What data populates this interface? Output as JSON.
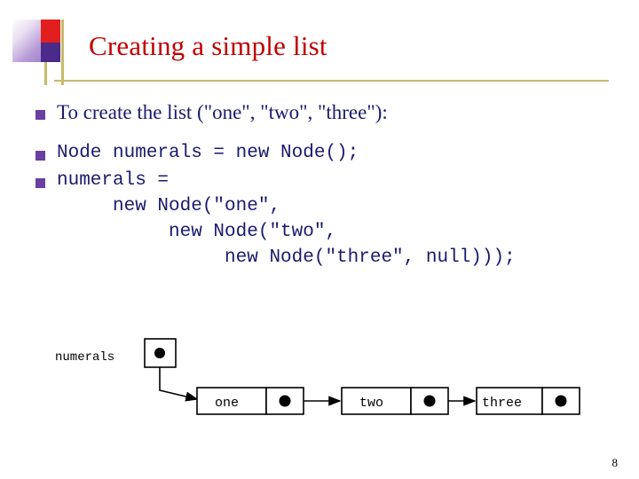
{
  "slide": {
    "title": "Creating a simple list",
    "page_number": "8",
    "bullets": [
      {
        "style": "serif",
        "text": "To create the list (\"one\", \"two\", \"three\"):"
      },
      {
        "style": "mono",
        "text": "Node numerals = new Node();"
      },
      {
        "style": "mono",
        "text": "numerals =\n     new Node(\"one\",\n          new Node(\"two\",\n               new Node(\"three\", null)));"
      }
    ]
  },
  "diagram": {
    "variable_label": "numerals",
    "nodes": [
      {
        "label": "one"
      },
      {
        "label": "two"
      },
      {
        "label": "three"
      }
    ]
  },
  "colors": {
    "title": "#c00000",
    "body_text": "#1a1a6e",
    "bullet_marker": "#6a3fa0",
    "rule": "#c9b96a",
    "accent_red": "#e21f1f",
    "accent_purple": "#4b2a8a",
    "diagram_stroke": "#000000"
  }
}
